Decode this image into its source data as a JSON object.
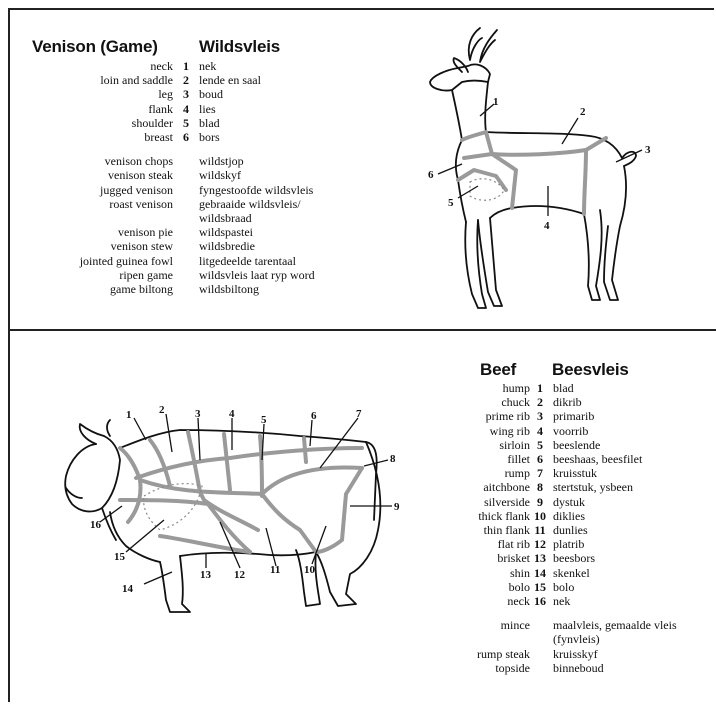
{
  "venison": {
    "title_en": "Venison (Game)",
    "title_af": "Wildsvleis",
    "cuts": [
      {
        "en": "neck",
        "num": "1",
        "af": "nek"
      },
      {
        "en": "loin and saddle",
        "num": "2",
        "af": "lende en saal"
      },
      {
        "en": "leg",
        "num": "3",
        "af": "boud"
      },
      {
        "en": "flank",
        "num": "4",
        "af": "lies"
      },
      {
        "en": "shoulder",
        "num": "5",
        "af": "blad"
      },
      {
        "en": "breast",
        "num": "6",
        "af": "bors"
      }
    ],
    "dishes": [
      {
        "en": "venison chops",
        "af": "wildstjop"
      },
      {
        "en": "venison steak",
        "af": "wildskyf"
      },
      {
        "en": "jugged venison",
        "af": "fyngestoofde wildsvleis"
      },
      {
        "en": "roast venison",
        "af": "gebraaide wildsvleis/"
      },
      {
        "en": "",
        "af": "wildsbraad"
      },
      {
        "en": "venison pie",
        "af": "wildspastei"
      },
      {
        "en": "venison stew",
        "af": "wildsbredie"
      },
      {
        "en": "jointed guinea fowl",
        "af": "litgedeelde tarentaal"
      },
      {
        "en": "ripen game",
        "af": "wildsvleis laat ryp word"
      },
      {
        "en": "game biltong",
        "af": "wildsbiltong"
      }
    ],
    "diagram_labels": [
      "1",
      "2",
      "3",
      "4",
      "5",
      "6"
    ]
  },
  "beef": {
    "title_en": "Beef",
    "title_af": "Beesvleis",
    "cuts": [
      {
        "en": "hump",
        "num": "1",
        "af": "blad"
      },
      {
        "en": "chuck",
        "num": "2",
        "af": "dikrib"
      },
      {
        "en": "prime rib",
        "num": "3",
        "af": "primarib"
      },
      {
        "en": "wing rib",
        "num": "4",
        "af": "voorrib"
      },
      {
        "en": "sirloin",
        "num": "5",
        "af": "beeslende"
      },
      {
        "en": "fillet",
        "num": "6",
        "af": "beeshaas, beesfilet"
      },
      {
        "en": "rump",
        "num": "7",
        "af": "kruisstuk"
      },
      {
        "en": "aitchbone",
        "num": "8",
        "af": "stertstuk, ysbeen"
      },
      {
        "en": "silverside",
        "num": "9",
        "af": "dystuk"
      },
      {
        "en": "thick flank",
        "num": "10",
        "af": "diklies"
      },
      {
        "en": "thin flank",
        "num": "11",
        "af": "dunlies"
      },
      {
        "en": "flat rib",
        "num": "12",
        "af": "platrib"
      },
      {
        "en": "brisket",
        "num": "13",
        "af": "beesbors"
      },
      {
        "en": "shin",
        "num": "14",
        "af": "skenkel"
      },
      {
        "en": "bolo",
        "num": "15",
        "af": "bolo"
      },
      {
        "en": "neck",
        "num": "16",
        "af": "nek"
      }
    ],
    "dishes": [
      {
        "en": "mince",
        "af": "maalvleis, gemaalde vleis"
      },
      {
        "en": "",
        "af": "(fynvleis)"
      },
      {
        "en": "rump steak",
        "af": "kruisskyf"
      },
      {
        "en": "topside",
        "af": "binneboud"
      }
    ],
    "diagram_labels": [
      "1",
      "2",
      "3",
      "4",
      "5",
      "6",
      "7",
      "8",
      "9",
      "10",
      "11",
      "12",
      "13",
      "14",
      "15",
      "16"
    ]
  },
  "colors": {
    "cut_lines": "#9a9a9a",
    "outline": "#111111",
    "border": "#222222"
  }
}
